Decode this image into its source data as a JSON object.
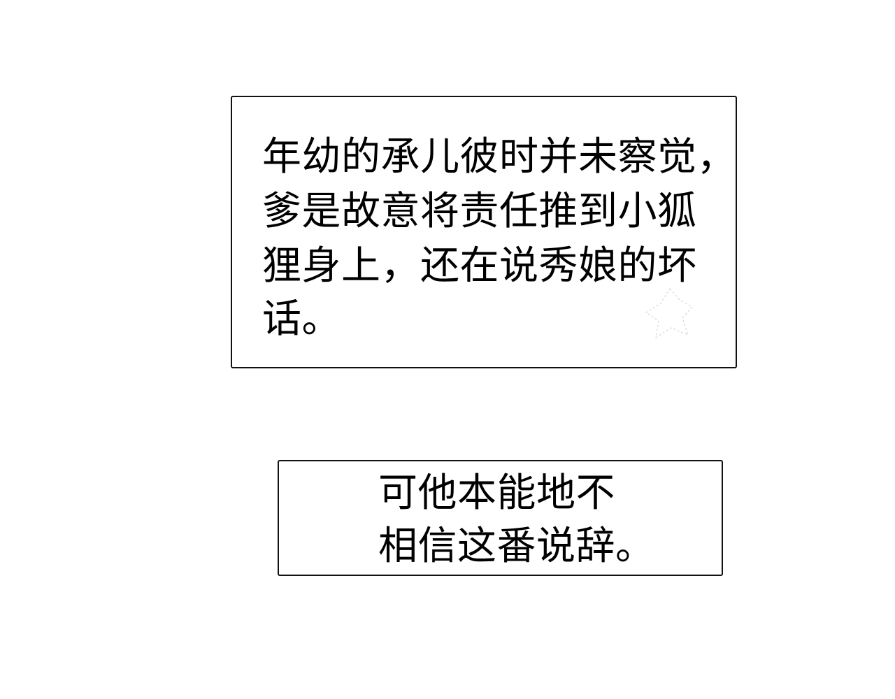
{
  "captions": [
    {
      "lines": [
        "年幼的承儿彼时并未察觉，",
        "爹是故意将责任推到小狐",
        "狸身上，还在说秀娘的坏",
        "话。"
      ]
    },
    {
      "lines": [
        "可他本能地不",
        "相信这番说辞。"
      ]
    }
  ],
  "colors": {
    "background": "#ffffff",
    "border": "#111111",
    "text": "#000000"
  }
}
